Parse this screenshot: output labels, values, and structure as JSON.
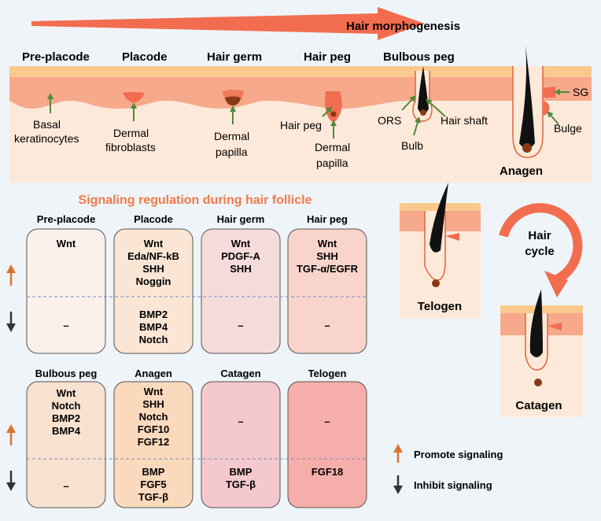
{
  "banner": {
    "title": "Hair morphogenesis",
    "color": "#f26c4f"
  },
  "stages": [
    "Pre-placode",
    "Placode",
    "Hair germ",
    "Hair peg",
    "Bulbous peg"
  ],
  "skin_labels": {
    "basal": [
      "Basal",
      "keratinocytes"
    ],
    "fibro": [
      "Dermal",
      "fibroblasts"
    ],
    "papilla1": [
      "Dermal",
      "papilla"
    ],
    "hairpeg": "Hair peg",
    "papilla2": [
      "Dermal",
      "papilla"
    ],
    "ors": "ORS",
    "hairshaft": "Hair shaft",
    "bulb": "Bulb",
    "sg": "SG",
    "bulge": "Bulge",
    "anagen": "Anagen"
  },
  "signaling_title": "Signaling regulation during hair follicle",
  "row1": [
    {
      "header": "Pre-placode",
      "promote": [
        "Wnt"
      ],
      "inhibit": [
        "–"
      ],
      "color": "#fbf1ea"
    },
    {
      "header": "Placode",
      "promote": [
        "Wnt",
        "Eda/NF-kB",
        "SHH",
        "Noggin"
      ],
      "inhibit": [
        "BMP2",
        "BMP4",
        "Notch"
      ],
      "color": "#fbe6d6"
    },
    {
      "header": "Hair germ",
      "promote": [
        "Wnt",
        "PDGF-A",
        "SHH"
      ],
      "inhibit": [
        "–"
      ],
      "color": "#f5dcdb"
    },
    {
      "header": "Hair peg",
      "promote": [
        "Wnt",
        "SHH",
        "TGF-α/EGFR"
      ],
      "inhibit": [
        "–"
      ],
      "color": "#f8d4cb"
    }
  ],
  "row2": [
    {
      "header": "Bulbous peg",
      "promote": [
        "Wnt",
        "Notch",
        "BMP2",
        "BMP4"
      ],
      "inhibit": [
        "–"
      ],
      "color": "#f9e1d0"
    },
    {
      "header": "Anagen",
      "promote": [
        "Wnt",
        "SHH",
        "Notch",
        "FGF10",
        "FGF12"
      ],
      "inhibit": [
        "BMP",
        "FGF5",
        "TGF-β"
      ],
      "color": "#fbd9bd"
    },
    {
      "header": "Catagen",
      "promote": [
        "–"
      ],
      "inhibit": [
        "BMP",
        "TGF-β"
      ],
      "color": "#f4c8cd"
    },
    {
      "header": "Telogen",
      "promote": [
        "–"
      ],
      "inhibit": [
        "FGF18"
      ],
      "color": "#f6aeab"
    }
  ],
  "cycle": {
    "title": [
      "Hair",
      "cycle"
    ],
    "telogen": "Telogen",
    "catagen": "Catagen"
  },
  "legend": {
    "promote": "Promote signaling",
    "inhibit": "Inhibit signaling"
  },
  "colors": {
    "skin_top": "#f9c98d",
    "epidermis": "#f6a98b",
    "dermis": "#fde9d9",
    "follicle_outline": "#e2643c",
    "papilla": "#8a3a12",
    "arrow_green": "#4f8a3c",
    "promote_arrow": "#d9752f",
    "inhibit_arrow": "#333333"
  }
}
